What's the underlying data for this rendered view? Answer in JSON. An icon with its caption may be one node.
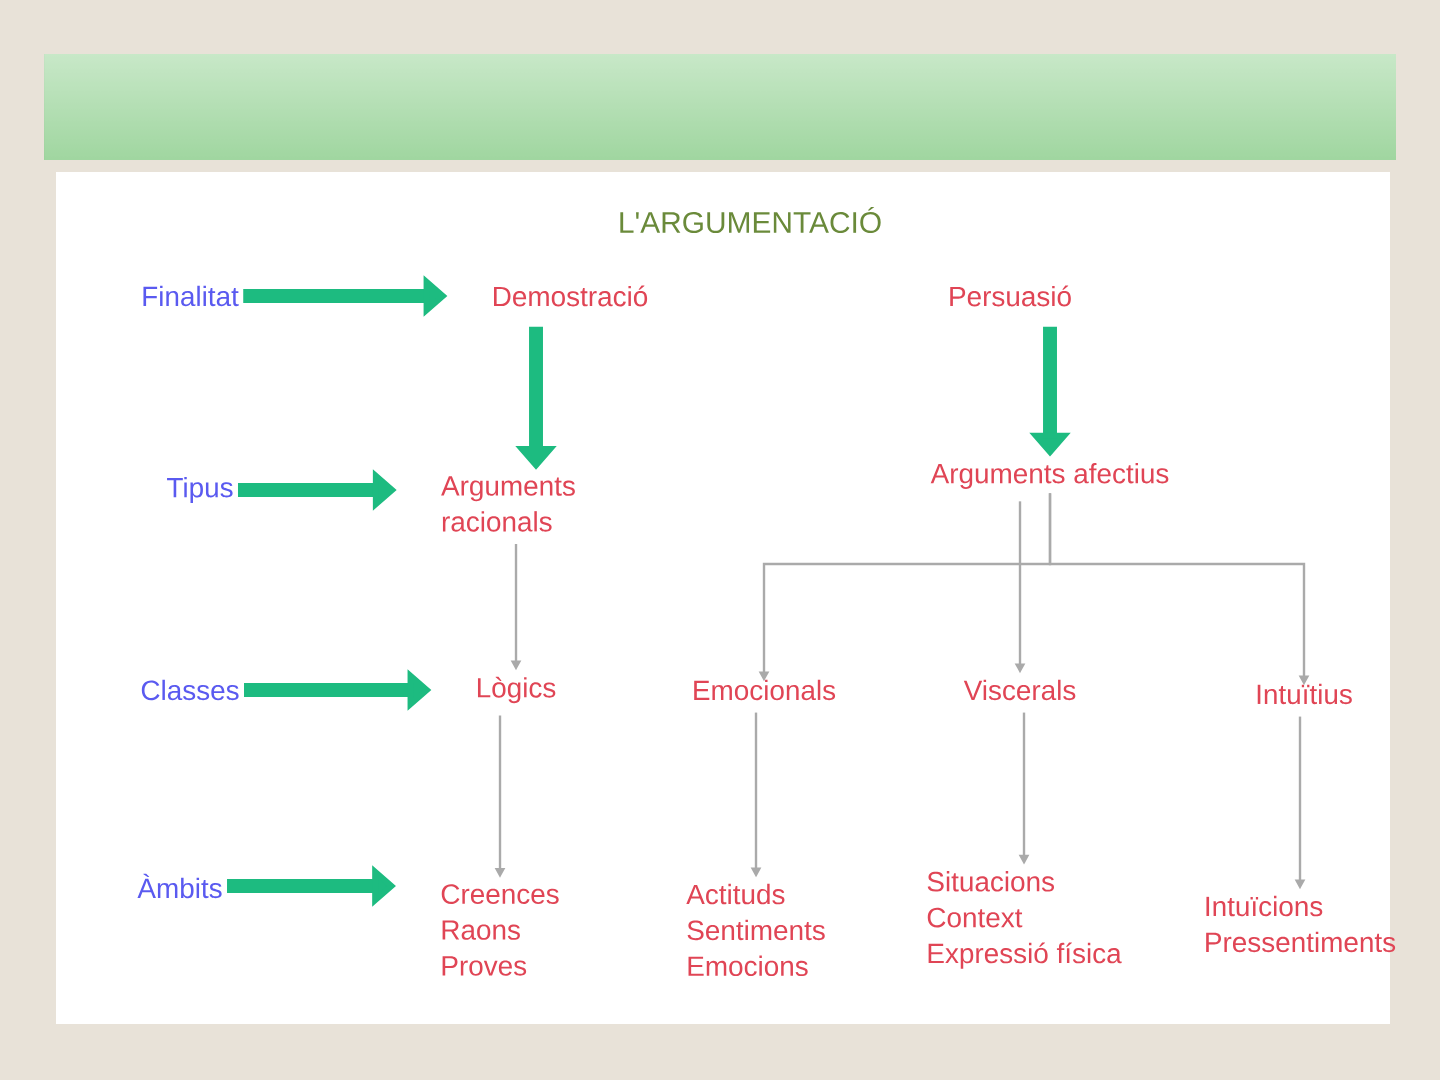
{
  "diagram": {
    "title": "L'ARGUMENTACIÓ",
    "nodes": [
      {
        "text": [
          "Finalitat"
        ]
      },
      {
        "text": [
          "Demostració"
        ]
      },
      {
        "text": [
          "Persuasió"
        ]
      },
      {
        "text": [
          "Tipus"
        ]
      },
      {
        "text": [
          "Arguments racionals"
        ]
      },
      {
        "text": [
          "Arguments afectius"
        ]
      },
      {
        "text": [
          "Classes"
        ]
      },
      {
        "text": [
          "Lògics"
        ]
      },
      {
        "text": [
          "Emocionals"
        ]
      },
      {
        "text": [
          "Viscerals"
        ]
      },
      {
        "text": [
          "Intuïtius"
        ]
      },
      {
        "text": [
          "Àmbits"
        ]
      },
      {
        "text": [
          "Creences",
          "Raons",
          "Proves"
        ]
      },
      {
        "text": [
          "Actituds",
          "Sentiments",
          "Emocions"
        ]
      },
      {
        "text": [
          "Situacions",
          "Context",
          "Expressió física"
        ]
      },
      {
        "text": [
          "Intuïcions",
          "Pressentiments"
        ]
      }
    ],
    "edges": [
      {
        "from": 0,
        "to": 1,
        "arrow": "to",
        "style": "thick",
        "color": "#1dbb80"
      },
      {
        "from": 1,
        "to": 4,
        "arrow": "to",
        "style": "thick",
        "color": "#1dbb80"
      },
      {
        "from": 2,
        "to": 5,
        "arrow": "to",
        "style": "thick",
        "color": "#1dbb80"
      },
      {
        "from": 3,
        "to": 4,
        "arrow": "to",
        "style": "thick",
        "color": "#1dbb80"
      },
      {
        "from": 4,
        "to": 7,
        "arrow": "to"
      },
      {
        "from": 5,
        "to": 8,
        "arrow": "to"
      },
      {
        "from": 5,
        "to": 9,
        "arrow": "to"
      },
      {
        "from": 5,
        "to": 10,
        "arrow": "to"
      },
      {
        "from": 6,
        "to": 7,
        "arrow": "to",
        "style": "thick",
        "color": "#1dbb80"
      },
      {
        "from": 7,
        "to": 12,
        "arrow": "to"
      },
      {
        "from": 8,
        "to": 13,
        "arrow": "to"
      },
      {
        "from": 9,
        "to": 14,
        "arrow": "to"
      },
      {
        "from": 10,
        "to": 15,
        "arrow": "to"
      },
      {
        "from": 11,
        "to": 12,
        "arrow": "to",
        "style": "thick",
        "color": "#1dbb80"
      }
    ]
  }
}
